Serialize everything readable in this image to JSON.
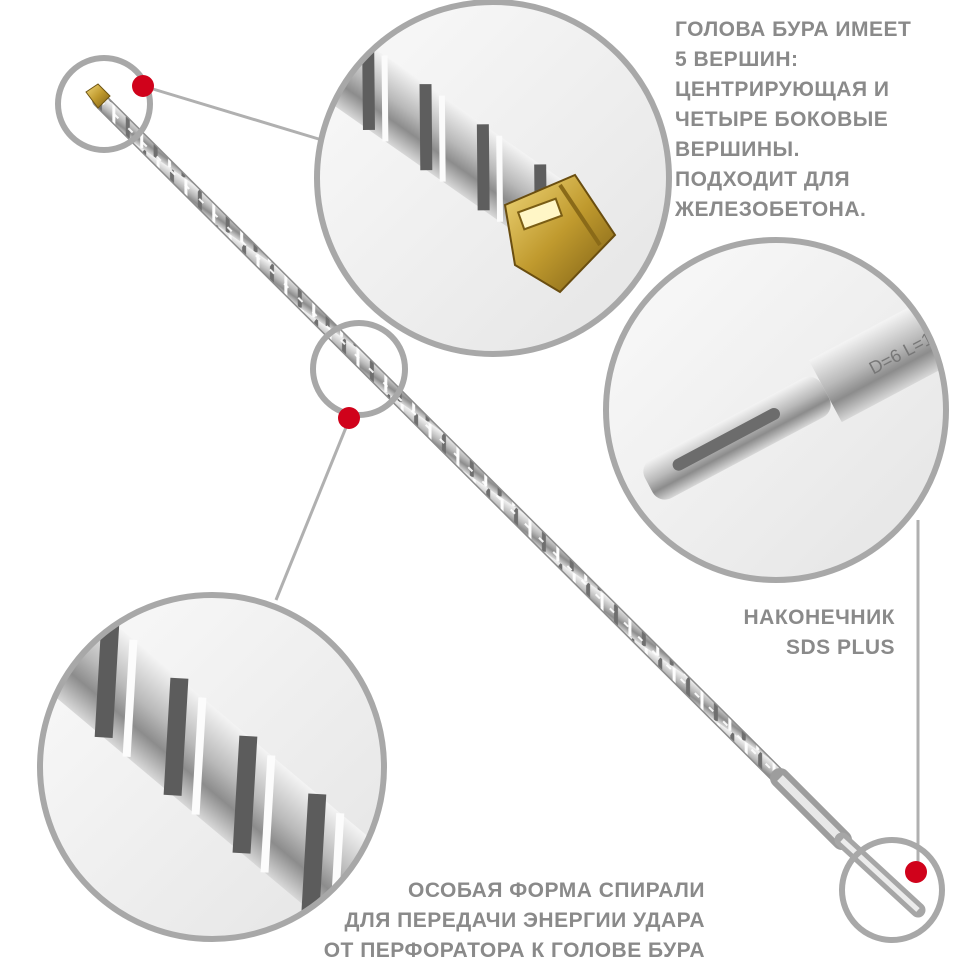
{
  "captions": {
    "head": {
      "lines": [
        "Голова бура имеет",
        "5 вершин:",
        "центрирующая и",
        "четыре боковые",
        "вершины.",
        "Подходит для",
        "железобетона."
      ]
    },
    "tip": {
      "lines": [
        "Наконечник",
        "SDS PLUS"
      ]
    },
    "spiral": {
      "lines": [
        "Особая форма спирали",
        "для передачи энергии удара",
        "от перфоратора к голове бура"
      ]
    }
  },
  "colors": {
    "caption": "#8a8a8a",
    "ring": "#a8a8a8",
    "marker": "#d0021b",
    "steel_light": "#e6e6e6",
    "steel_dark": "#7d7d7d",
    "carbide": "#c9a23a"
  },
  "icons": {
    "marker": "red-dot-icon",
    "head_zoom": "drill-head-zoom-image",
    "tip_zoom": "sds-plus-shank-zoom-image",
    "spiral_zoom": "spiral-flute-zoom-image"
  }
}
